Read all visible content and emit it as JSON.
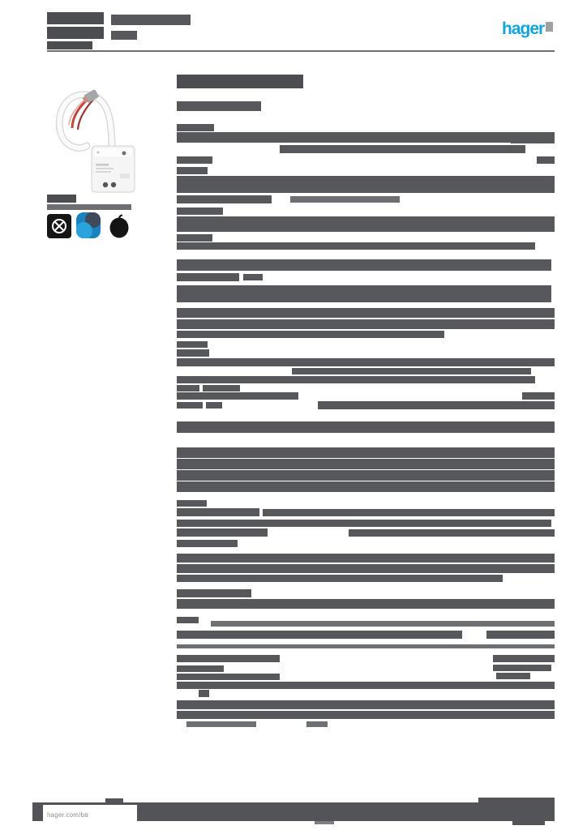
{
  "header": {
    "logo_text": "hager"
  },
  "footer": {
    "url": "hager.com/ba"
  },
  "icons": [
    {
      "name": "configuration-tool-icon",
      "style": "black square, white crossed circle"
    },
    {
      "name": "blue-app-icon",
      "style": "blue rounded app badge"
    },
    {
      "name": "black-app-icon",
      "style": "black round badge"
    }
  ],
  "colors": {
    "bold_text_bar": "#4C4D50",
    "normal_text_bar": "#57585B",
    "light_text_bar": "#6E6F72",
    "footer_text_bar": "#7E7F82",
    "footer_bar": "#535457",
    "logo_blue": "#12A4DD",
    "header_rule": "#6E6F72"
  },
  "redacted_lines": [
    [
      58,
      15,
      70,
      15,
      "b"
    ],
    [
      58,
      33,
      70,
      15,
      "b"
    ],
    [
      58,
      51,
      56,
      10,
      "b"
    ],
    [
      137,
      18,
      98,
      13,
      "n"
    ],
    [
      137,
      38,
      32,
      11,
      "n"
    ],
    [
      58,
      240,
      36,
      10,
      "b"
    ],
    [
      58,
      252,
      104,
      7,
      "l"
    ],
    [
      218,
      92,
      156,
      17,
      "b"
    ],
    [
      218,
      125,
      104,
      12,
      "n"
    ],
    [
      218,
      153,
      46,
      9,
      "n"
    ],
    [
      218,
      163,
      466,
      13,
      "n"
    ],
    [
      345,
      179,
      303,
      10,
      "n"
    ],
    [
      630,
      163,
      54,
      14,
      "n"
    ],
    [
      218,
      193,
      44,
      9,
      "n"
    ],
    [
      662,
      193,
      22,
      9,
      "n"
    ],
    [
      218,
      206,
      38,
      9,
      "n"
    ],
    [
      218,
      217,
      466,
      21,
      "n"
    ],
    [
      218,
      241,
      117,
      10,
      "n"
    ],
    [
      358,
      242,
      135,
      8,
      "l"
    ],
    [
      218,
      256,
      57,
      9,
      "n"
    ],
    [
      218,
      267,
      466,
      19,
      "n"
    ],
    [
      218,
      289,
      44,
      9,
      "n"
    ],
    [
      218,
      299,
      442,
      9,
      "n"
    ],
    [
      218,
      320,
      462,
      14,
      "n"
    ],
    [
      218,
      337,
      77,
      10,
      "n"
    ],
    [
      300,
      338,
      24,
      8,
      "n"
    ],
    [
      218,
      352,
      462,
      21,
      "n"
    ],
    [
      218,
      380,
      466,
      12,
      "n"
    ],
    [
      218,
      394,
      466,
      12,
      "n"
    ],
    [
      218,
      408,
      330,
      9,
      "n"
    ],
    [
      218,
      421,
      38,
      8,
      "n"
    ],
    [
      218,
      431,
      40,
      9,
      "n"
    ],
    [
      218,
      442,
      466,
      10,
      "n"
    ],
    [
      360,
      454,
      295,
      8,
      "n"
    ],
    [
      218,
      464,
      442,
      9,
      "n"
    ],
    [
      218,
      475,
      28,
      8,
      "n"
    ],
    [
      250,
      475,
      46,
      8,
      "n"
    ],
    [
      218,
      484,
      150,
      9,
      "n"
    ],
    [
      644,
      484,
      40,
      9,
      "n"
    ],
    [
      218,
      496,
      32,
      8,
      "n"
    ],
    [
      254,
      496,
      20,
      8,
      "n"
    ],
    [
      392,
      495,
      292,
      10,
      "n"
    ],
    [
      218,
      520,
      466,
      14,
      "n"
    ],
    [
      218,
      552,
      466,
      13,
      "n"
    ],
    [
      218,
      566,
      466,
      13,
      "n"
    ],
    [
      218,
      580,
      466,
      13,
      "n"
    ],
    [
      218,
      594,
      466,
      13,
      "n"
    ],
    [
      218,
      617,
      37,
      8,
      "n"
    ],
    [
      218,
      627,
      102,
      10,
      "n"
    ],
    [
      324,
      628,
      360,
      9,
      "n"
    ],
    [
      218,
      641,
      462,
      9,
      "n"
    ],
    [
      218,
      652,
      112,
      10,
      "n"
    ],
    [
      430,
      653,
      254,
      9,
      "n"
    ],
    [
      218,
      666,
      75,
      9,
      "n"
    ],
    [
      218,
      683,
      466,
      11,
      "n"
    ],
    [
      218,
      696,
      466,
      11,
      "n"
    ],
    [
      218,
      709,
      402,
      9,
      "n"
    ],
    [
      218,
      727,
      92,
      10,
      "n"
    ],
    [
      218,
      739,
      466,
      12,
      "n"
    ],
    [
      218,
      761,
      27,
      8,
      "n"
    ],
    [
      260,
      766,
      424,
      7,
      "l"
    ],
    [
      218,
      778,
      352,
      10,
      "n"
    ],
    [
      600,
      778,
      84,
      10,
      "n"
    ],
    [
      218,
      795,
      466,
      5,
      "l"
    ],
    [
      218,
      808,
      127,
      9,
      "n"
    ],
    [
      608,
      808,
      76,
      9,
      "n"
    ],
    [
      218,
      821,
      58,
      8,
      "n"
    ],
    [
      608,
      820,
      72,
      8,
      "n"
    ],
    [
      218,
      831,
      127,
      8,
      "n"
    ],
    [
      612,
      830,
      42,
      8,
      "n"
    ],
    [
      218,
      841,
      466,
      9,
      "n"
    ],
    [
      245,
      851,
      13,
      9,
      "n"
    ],
    [
      218,
      864,
      466,
      11,
      "n"
    ],
    [
      218,
      877,
      466,
      10,
      "n"
    ],
    [
      230,
      890,
      86,
      7,
      "l"
    ],
    [
      378,
      890,
      26,
      7,
      "l"
    ],
    [
      305,
      993,
      125,
      12,
      "f"
    ],
    [
      432,
      998,
      68,
      7,
      "f"
    ],
    [
      388,
      1010,
      24,
      7,
      "f"
    ],
    [
      590,
      984,
      94,
      7,
      "fb"
    ],
    [
      130,
      985,
      22,
      6,
      "fb"
    ]
  ]
}
